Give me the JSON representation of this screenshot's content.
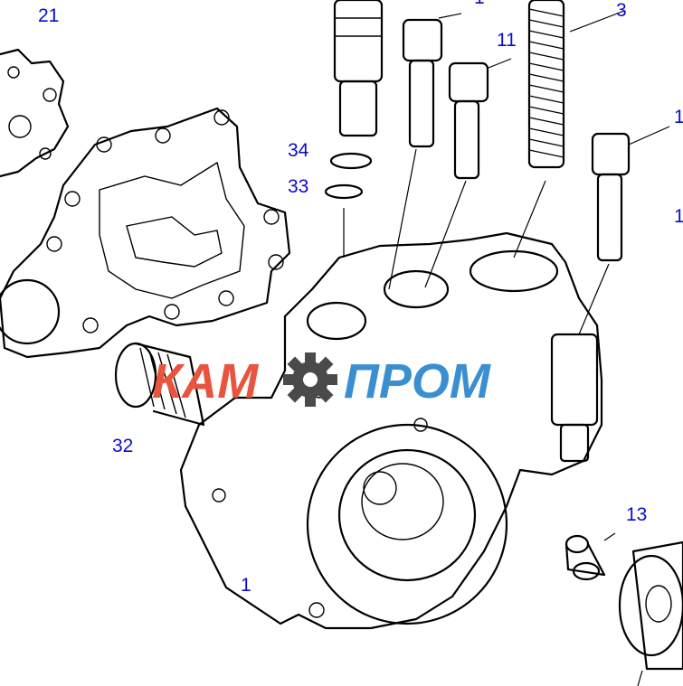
{
  "callouts": {
    "c21": "21",
    "c3": "3",
    "c11": "11",
    "c34": "34",
    "c33": "33",
    "c32": "32",
    "c1": "1",
    "c13": "13",
    "c_top": "1",
    "c_right1": "1",
    "c_right2": "1"
  },
  "watermark": {
    "part1": "КАМ",
    "part2": "ПРОМ",
    "color1": "#e8543d",
    "color2": "#3b8fd0",
    "gear_color": "#4a4a4a"
  },
  "colors": {
    "callout": "#0b0bcc",
    "line": "#000000"
  }
}
